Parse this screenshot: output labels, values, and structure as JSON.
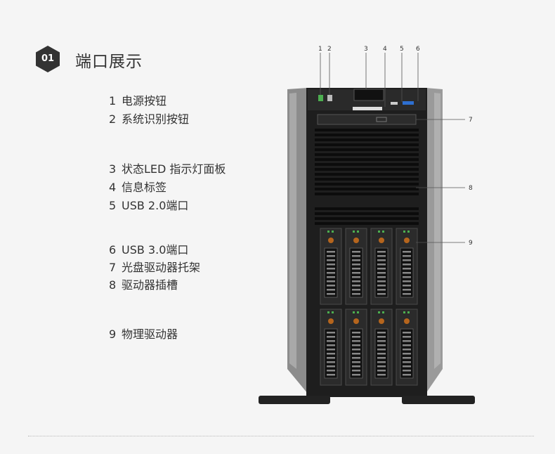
{
  "header": {
    "badge": "01",
    "title": "端口展示"
  },
  "legend": [
    {
      "num": "1",
      "label": "电源按钮"
    },
    {
      "num": "2",
      "label": "系统识别按钮"
    },
    {
      "num": "3",
      "label": "状态LED 指示灯面板"
    },
    {
      "num": "4",
      "label": "信息标签"
    },
    {
      "num": "5",
      "label": "USB 2.0端口"
    },
    {
      "num": "6",
      "label": "USB 3.0端口"
    },
    {
      "num": "7",
      "label": "光盘驱动器托架"
    },
    {
      "num": "8",
      "label": "驱动器插槽"
    },
    {
      "num": "9",
      "label": "物理驱动器"
    }
  ],
  "callouts": [
    "1",
    "2",
    "3",
    "4",
    "5",
    "6",
    "7",
    "8",
    "9"
  ],
  "colors": {
    "badge": "#333333",
    "chassis": "#1e1e1e",
    "side_panel": "#8a8a8a",
    "led": "#4caf50",
    "usb3": "#2e6fd0"
  }
}
